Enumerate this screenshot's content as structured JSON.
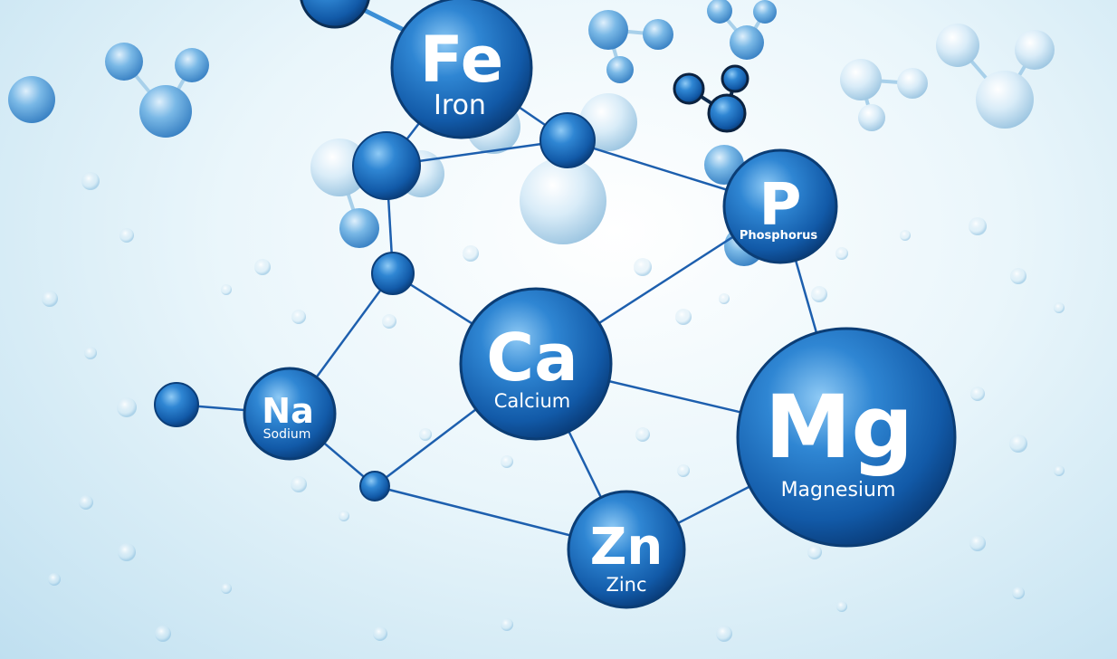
{
  "elements": [
    {
      "id": "fe",
      "symbol": "Fe",
      "name": "Iron"
    },
    {
      "id": "p",
      "symbol": "P",
      "name": "Phosphorus"
    },
    {
      "id": "ca",
      "symbol": "Ca",
      "name": "Calcium"
    },
    {
      "id": "na",
      "symbol": "Na",
      "name": "Sodium"
    },
    {
      "id": "mg",
      "symbol": "Mg",
      "name": "Magnesium"
    },
    {
      "id": "zn",
      "symbol": "Zn",
      "name": "Zinc"
    }
  ],
  "colors": {
    "sphere_dark": "#0d4e9b",
    "sphere_mid": "#1f74c4",
    "sphere_light": "#6fb6ee",
    "bond": "#1d5fae",
    "background": "#e3f2f9"
  }
}
